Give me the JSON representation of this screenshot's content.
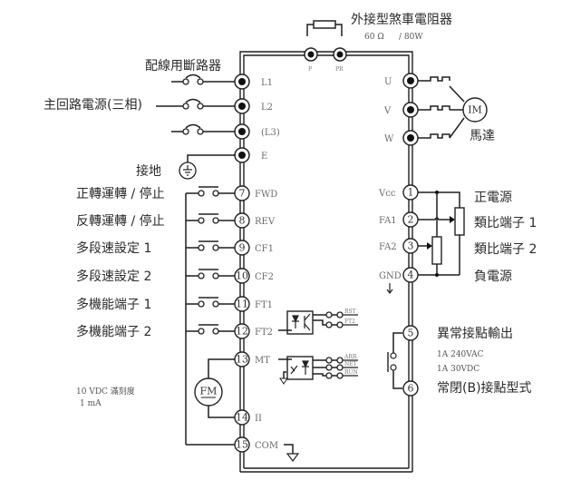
{
  "title": "Inverter Wiring Diagram",
  "brake_resistor": {
    "label": "外接型煞車電阻器",
    "spec_ohm": "60 Ω",
    "spec_watt": "/ 80W",
    "terminals": [
      "P",
      "PR"
    ]
  },
  "breaker": {
    "label": "配線用斷路器"
  },
  "mains": {
    "label": "主回路電源(三相)"
  },
  "ground": {
    "label": "接地"
  },
  "power_terminals": [
    {
      "name": "L1"
    },
    {
      "name": "L2"
    },
    {
      "name": "(L3)"
    },
    {
      "name": "E"
    }
  ],
  "output_terminals": [
    {
      "name": "U"
    },
    {
      "name": "V"
    },
    {
      "name": "W"
    }
  ],
  "motor": {
    "symbol": "IM",
    "label": "馬達"
  },
  "control_inputs": [
    {
      "num": "7",
      "name": "FWD",
      "label": "正轉運轉 / 停止"
    },
    {
      "num": "8",
      "name": "REV",
      "label": "反轉運轉 / 停止"
    },
    {
      "num": "9",
      "name": "CF1",
      "label": "多段速設定 1"
    },
    {
      "num": "10",
      "name": "CF2",
      "label": "多段速設定 2"
    },
    {
      "num": "11",
      "name": "FT1",
      "label": "多機能端子 1"
    },
    {
      "num": "12",
      "name": "FT2",
      "label": "多機能端子 2"
    }
  ],
  "meter_terminals": [
    {
      "num": "13",
      "name": "MT"
    },
    {
      "num": "14",
      "name": "II"
    },
    {
      "num": "15",
      "name": "COM"
    }
  ],
  "meter": {
    "symbol": "FM",
    "spec_line1": "10 VDC 滿刻度",
    "spec_line2": "1  mA"
  },
  "opto_outputs_top": [
    "RST",
    "FT2"
  ],
  "opto_outputs_bottom": [
    "ARR",
    "NET",
    "RUN"
  ],
  "analog_terminals": [
    {
      "num": "1",
      "name": "Vcc",
      "label": "正電源"
    },
    {
      "num": "2",
      "name": "FA1",
      "label": "類比端子 1"
    },
    {
      "num": "3",
      "name": "FA2",
      "label": "類比端子 2"
    },
    {
      "num": "4",
      "name": "GND",
      "label": "負電源"
    }
  ],
  "relay_terminals": [
    {
      "num": "5"
    },
    {
      "num": "6"
    }
  ],
  "relay_output": {
    "title": "異常接點輸出",
    "rating1": "1A  240VAC",
    "rating2": "1A  30VDC",
    "type": "常閉(B)接點型式"
  }
}
